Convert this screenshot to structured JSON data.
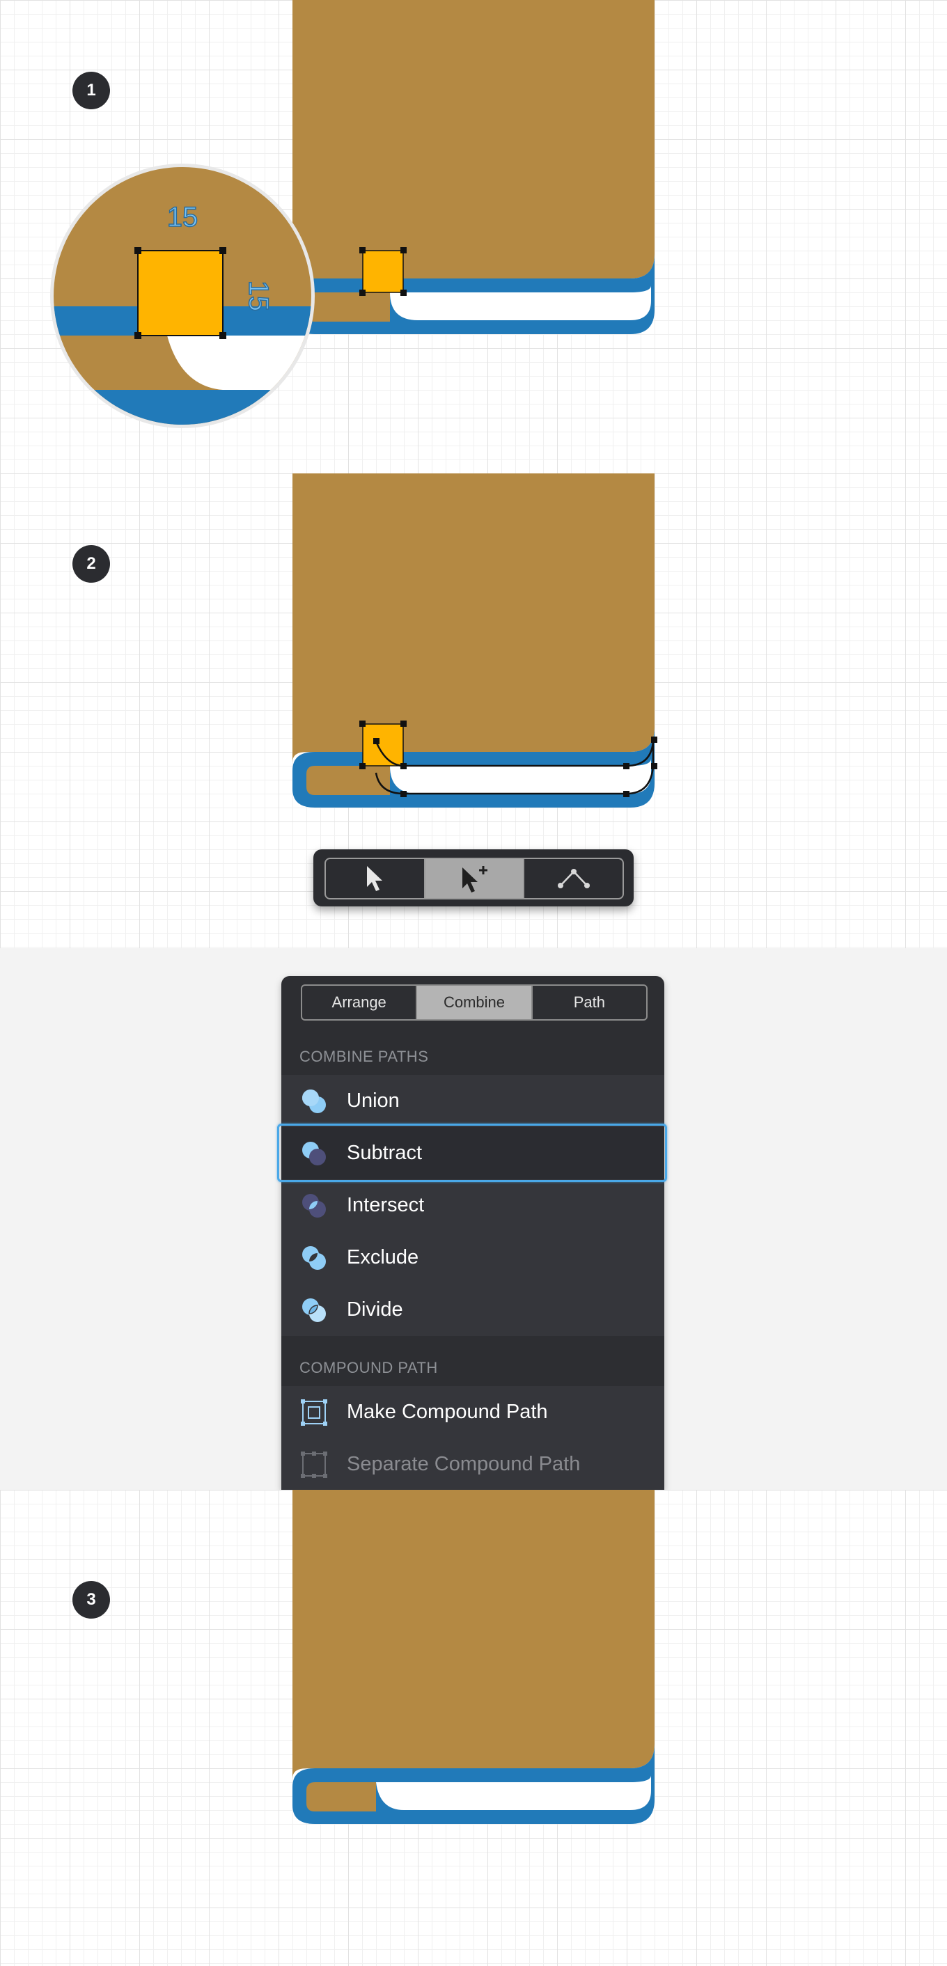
{
  "steps": {
    "step1": "1",
    "step2": "2",
    "step3": "3"
  },
  "zoom_callout": {
    "width_value": "15",
    "height_value": "15"
  },
  "colors": {
    "book_brown": "#b48943",
    "book_blue": "#217ab9",
    "highlight_yellow": "#ffb400",
    "panel_bg": "#2d2e32",
    "selection_blue": "#4aa8e8"
  },
  "toolbar": {
    "tools": [
      {
        "icon": "pointer-icon",
        "active": false
      },
      {
        "icon": "add-anchor-pointer-icon",
        "active": true
      },
      {
        "icon": "node-path-icon",
        "active": false
      }
    ]
  },
  "panel": {
    "tabs": [
      {
        "label": "Arrange",
        "active": false
      },
      {
        "label": "Combine",
        "active": true
      },
      {
        "label": "Path",
        "active": false
      }
    ],
    "combine_paths_title": "COMBINE PATHS",
    "combine_items": [
      {
        "label": "Union",
        "icon": "union-icon",
        "selected": false
      },
      {
        "label": "Subtract",
        "icon": "subtract-icon",
        "selected": true
      },
      {
        "label": "Intersect",
        "icon": "intersect-icon",
        "selected": false
      },
      {
        "label": "Exclude",
        "icon": "exclude-icon",
        "selected": false
      },
      {
        "label": "Divide",
        "icon": "divide-icon",
        "selected": false
      }
    ],
    "compound_path_title": "COMPOUND PATH",
    "compound_items": [
      {
        "label": "Make Compound Path",
        "icon": "make-compound-path-icon",
        "enabled": true
      },
      {
        "label": "Separate Compound Path",
        "icon": "separate-compound-path-icon",
        "enabled": false
      }
    ]
  }
}
